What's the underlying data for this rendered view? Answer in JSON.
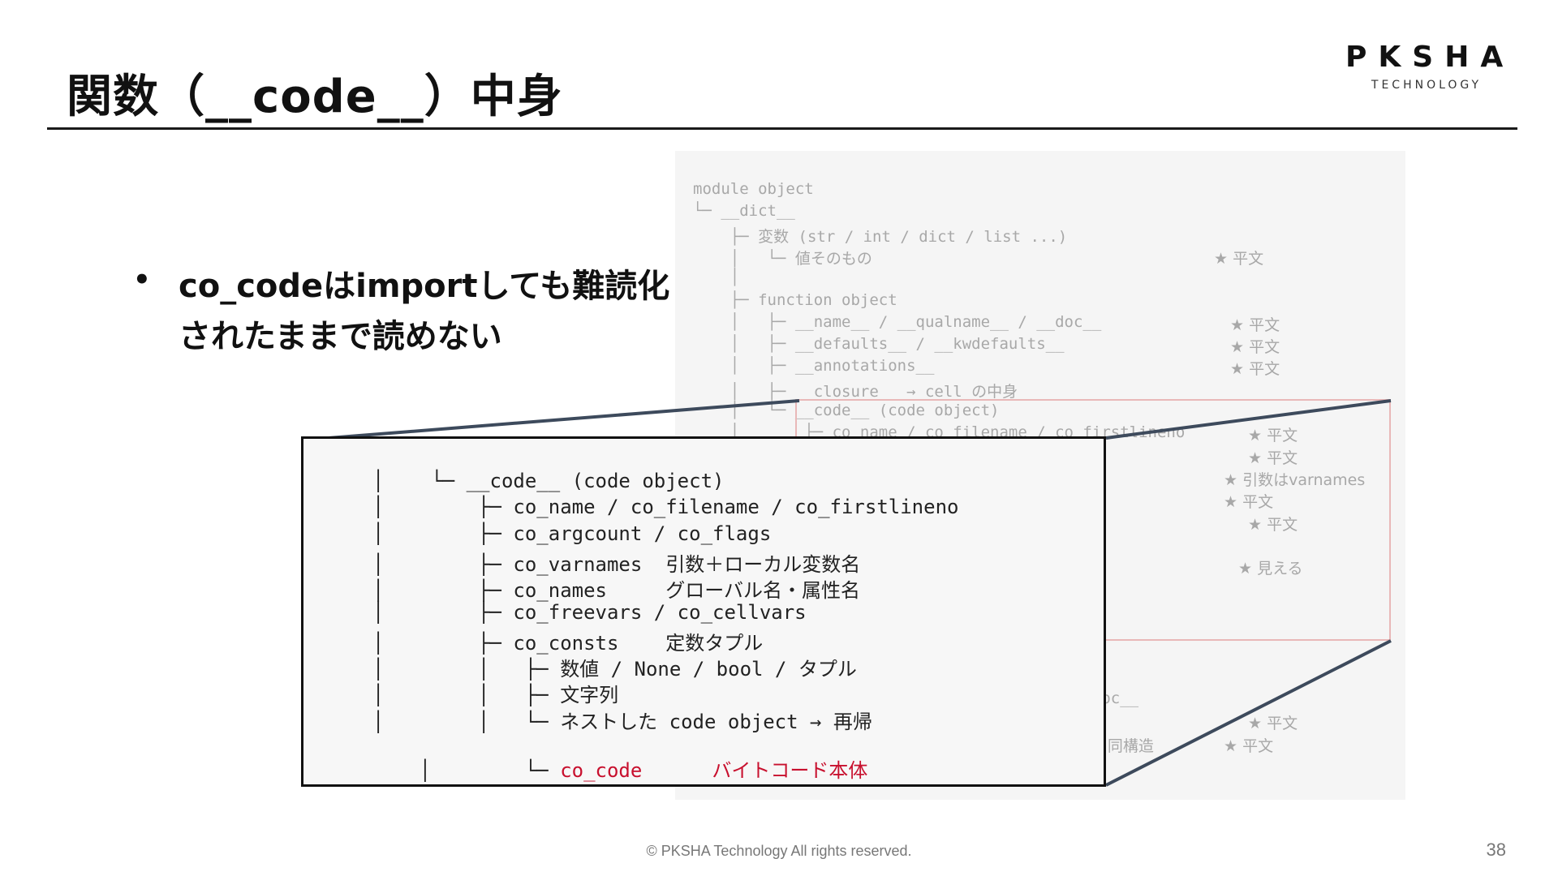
{
  "slide": {
    "title": "関数（__code__）中身",
    "logo_main": "PKSHA",
    "logo_sub": "TECHNOLOGY",
    "bullet": "co_codeはimportしても難読化されたままで読めない",
    "footer": "© PKSHA Technology All rights reserved.",
    "page_number": "38"
  },
  "background_code": {
    "lines": [
      "module object",
      "└─ __dict__",
      "    ├─ 変数 (str / int / dict / list ...)",
      "    │   └─ 値そのもの",
      "    │",
      "    ├─ function object",
      "    │   ├─ __name__ / __qualname__ / __doc__",
      "    │   ├─ __defaults__ / __kwdefaults__",
      "    │   ├─ __annotations__",
      "    │   ├─ __closure__ → cell の中身",
      "    │   └─ __code__ (code object)",
      "    │       ├─ co_name / co_filename / co_firstlineno",
      "                                                  ",
      "                                       変数名",
      "                                       属性名",
      "                                                  ",
      "                                                  ",
      "                                       プル",
      "                                                  ",
      "                                       → 再帰",
      "                                       体",
      "                                                  ",
      "                                                  ",
      "                                       / __doc__",
      "                                                  ",
      "                                       ect と同構造"
    ],
    "annotations": [
      "★ 平文",
      "★ 平文",
      "★ 平文",
      "★ 平文",
      "★ 平文",
      "★ 平文",
      "★ 引数はvarnames",
      "★ 平文",
      "★ 平文",
      "★ 見える",
      "★ 平文",
      "★ 平文"
    ]
  },
  "zoom_code": {
    "lines": [
      "│    └─ __code__ (code object)",
      "│        ├─ co_name / co_filename / co_firstlineno",
      "│        ├─ co_argcount / co_flags",
      "│        ├─ co_varnames  引数＋ローカル変数名",
      "│        ├─ co_names     グローバル名・属性名",
      "│        ├─ co_freevars / co_cellvars",
      "│        ├─ co_consts    定数タプル",
      "│        │   ├─ 数値 / None / bool / タプル",
      "│        │   ├─ 文字列",
      "│        │   └─ ネストした code object → 再帰",
      "│        └─ "
    ],
    "last_key": "co_code",
    "last_desc": "バイトコード本体"
  }
}
